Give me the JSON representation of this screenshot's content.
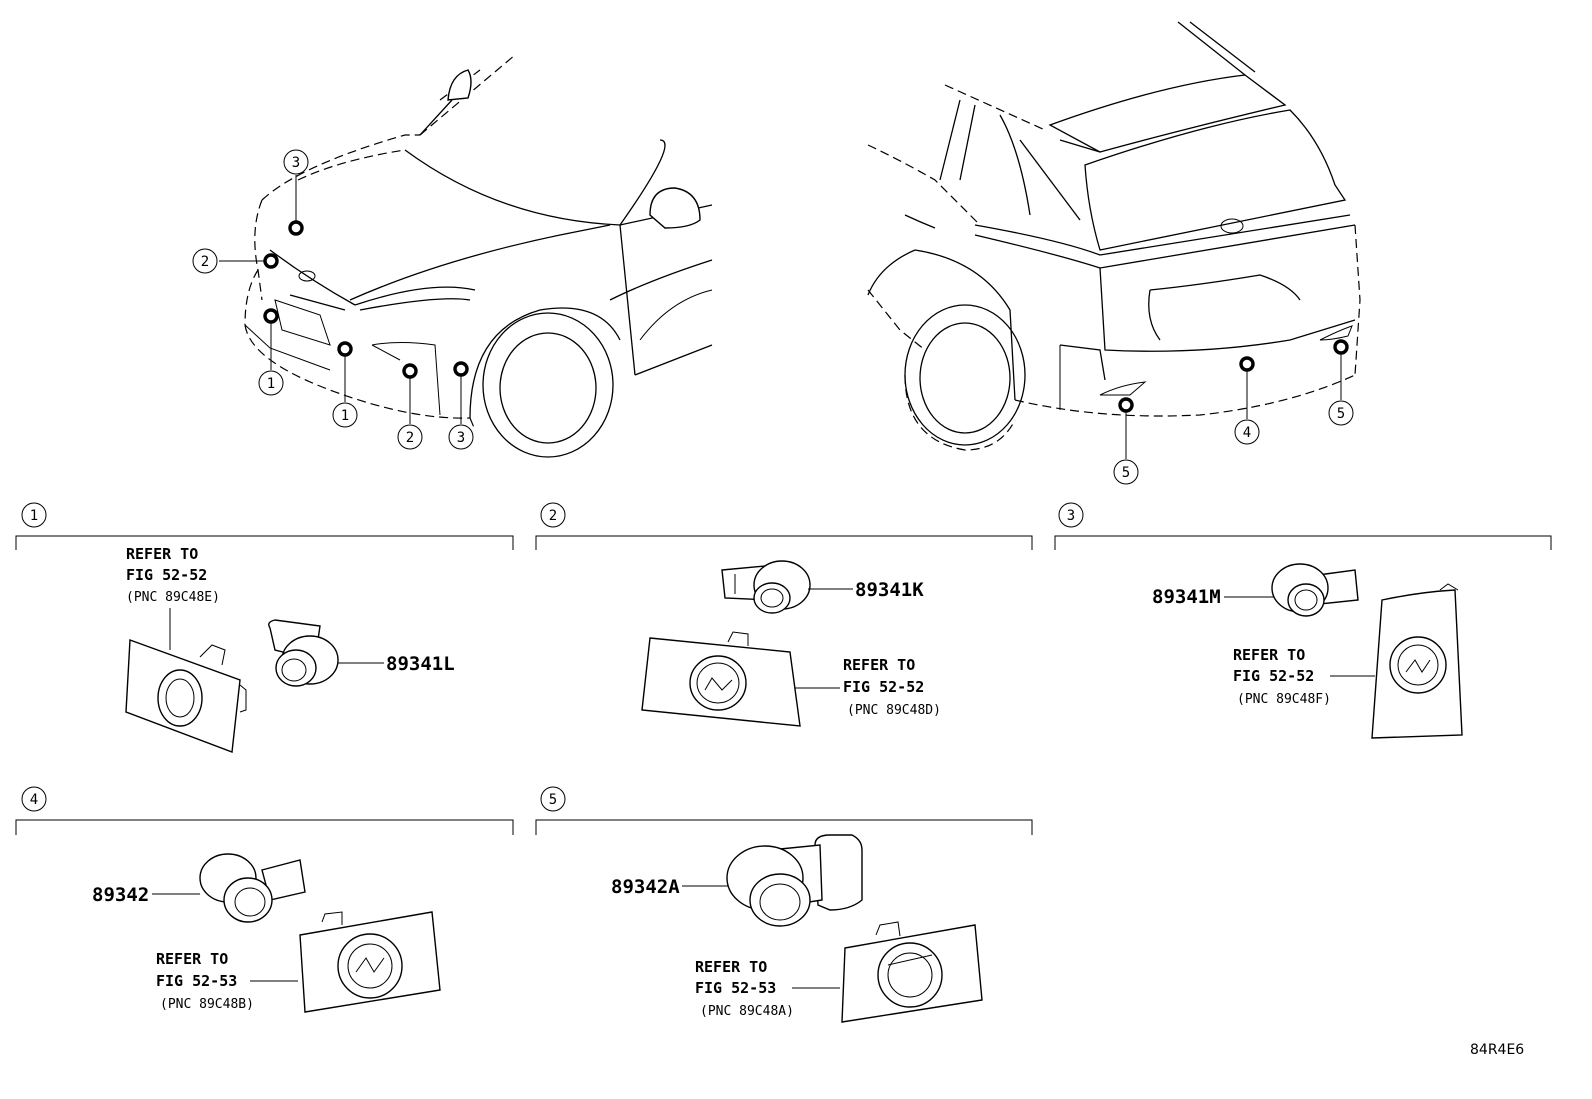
{
  "callouts": [
    "1",
    "2",
    "3",
    "4",
    "5"
  ],
  "panels": [
    {
      "num": "1",
      "part_no": "89341L",
      "refer": "REFER TO",
      "fig": "FIG 52-52",
      "pnc": "(PNC 89C48E)"
    },
    {
      "num": "2",
      "part_no": "89341K",
      "refer": "REFER TO",
      "fig": "FIG 52-52",
      "pnc": "(PNC 89C48D)"
    },
    {
      "num": "3",
      "part_no": "89341M",
      "refer": "REFER TO",
      "fig": "FIG 52-52",
      "pnc": "(PNC 89C48F)"
    },
    {
      "num": "4",
      "part_no": "89342",
      "refer": "REFER TO",
      "fig": "FIG 52-53",
      "pnc": "(PNC 89C48B)"
    },
    {
      "num": "5",
      "part_no": "89342A",
      "refer": "REFER TO",
      "fig": "FIG 52-53",
      "pnc": "(PNC 89C48A)"
    }
  ],
  "diagram_code": "84R4E6"
}
